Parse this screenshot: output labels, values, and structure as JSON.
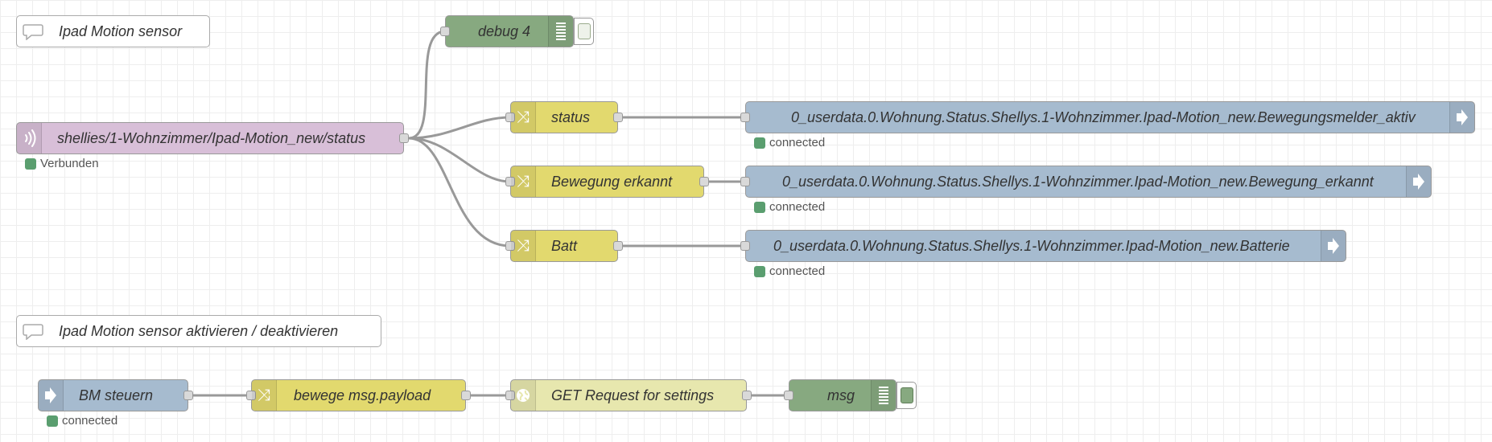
{
  "colors": {
    "mqtt": "#d8bfd8",
    "change": "#e2d96e",
    "iobroker": "#a6bbcf",
    "debug": "#87a980",
    "http": "#e7e7ae",
    "status_connected": "#5a9e6f"
  },
  "comments": {
    "motion_sensor": "Ipad Motion sensor",
    "activate": "Ipad Motion sensor aktivieren / deaktivieren"
  },
  "nodes": {
    "debug4": {
      "label": "debug 4",
      "icon": "debug-icon"
    },
    "mqtt_in": {
      "label": "shellies/1-Wohnzimmer/Ipad-Motion_new/status",
      "icon": "mqtt-icon",
      "status": "Verbunden"
    },
    "change_status": {
      "label": "status",
      "icon": "shuffle-icon"
    },
    "change_motion": {
      "label": "Bewegung erkannt",
      "icon": "shuffle-icon"
    },
    "change_batt": {
      "label": "Batt",
      "icon": "shuffle-icon"
    },
    "out_status": {
      "label": "0_userdata.0.Wohnung.Status.Shellys.1-Wohnzimmer.Ipad-Motion_new.Bewegungsmelder_aktiv",
      "icon": "iobroker-out-icon",
      "status": "connected"
    },
    "out_motion": {
      "label": "0_userdata.0.Wohnung.Status.Shellys.1-Wohnzimmer.Ipad-Motion_new.Bewegung_erkannt",
      "icon": "iobroker-out-icon",
      "status": "connected"
    },
    "out_batt": {
      "label": "0_userdata.0.Wohnung.Status.Shellys.1-Wohnzimmer.Ipad-Motion_new.Batterie",
      "icon": "iobroker-out-icon",
      "status": "connected"
    },
    "bm_in": {
      "label": "BM steuern",
      "icon": "iobroker-in-icon",
      "status": "connected"
    },
    "change_payload": {
      "label": "bewege msg.payload",
      "icon": "shuffle-icon"
    },
    "http_get": {
      "label": "GET Request for settings",
      "icon": "globe-icon"
    },
    "debug_msg": {
      "label": "msg",
      "icon": "debug-icon"
    }
  }
}
